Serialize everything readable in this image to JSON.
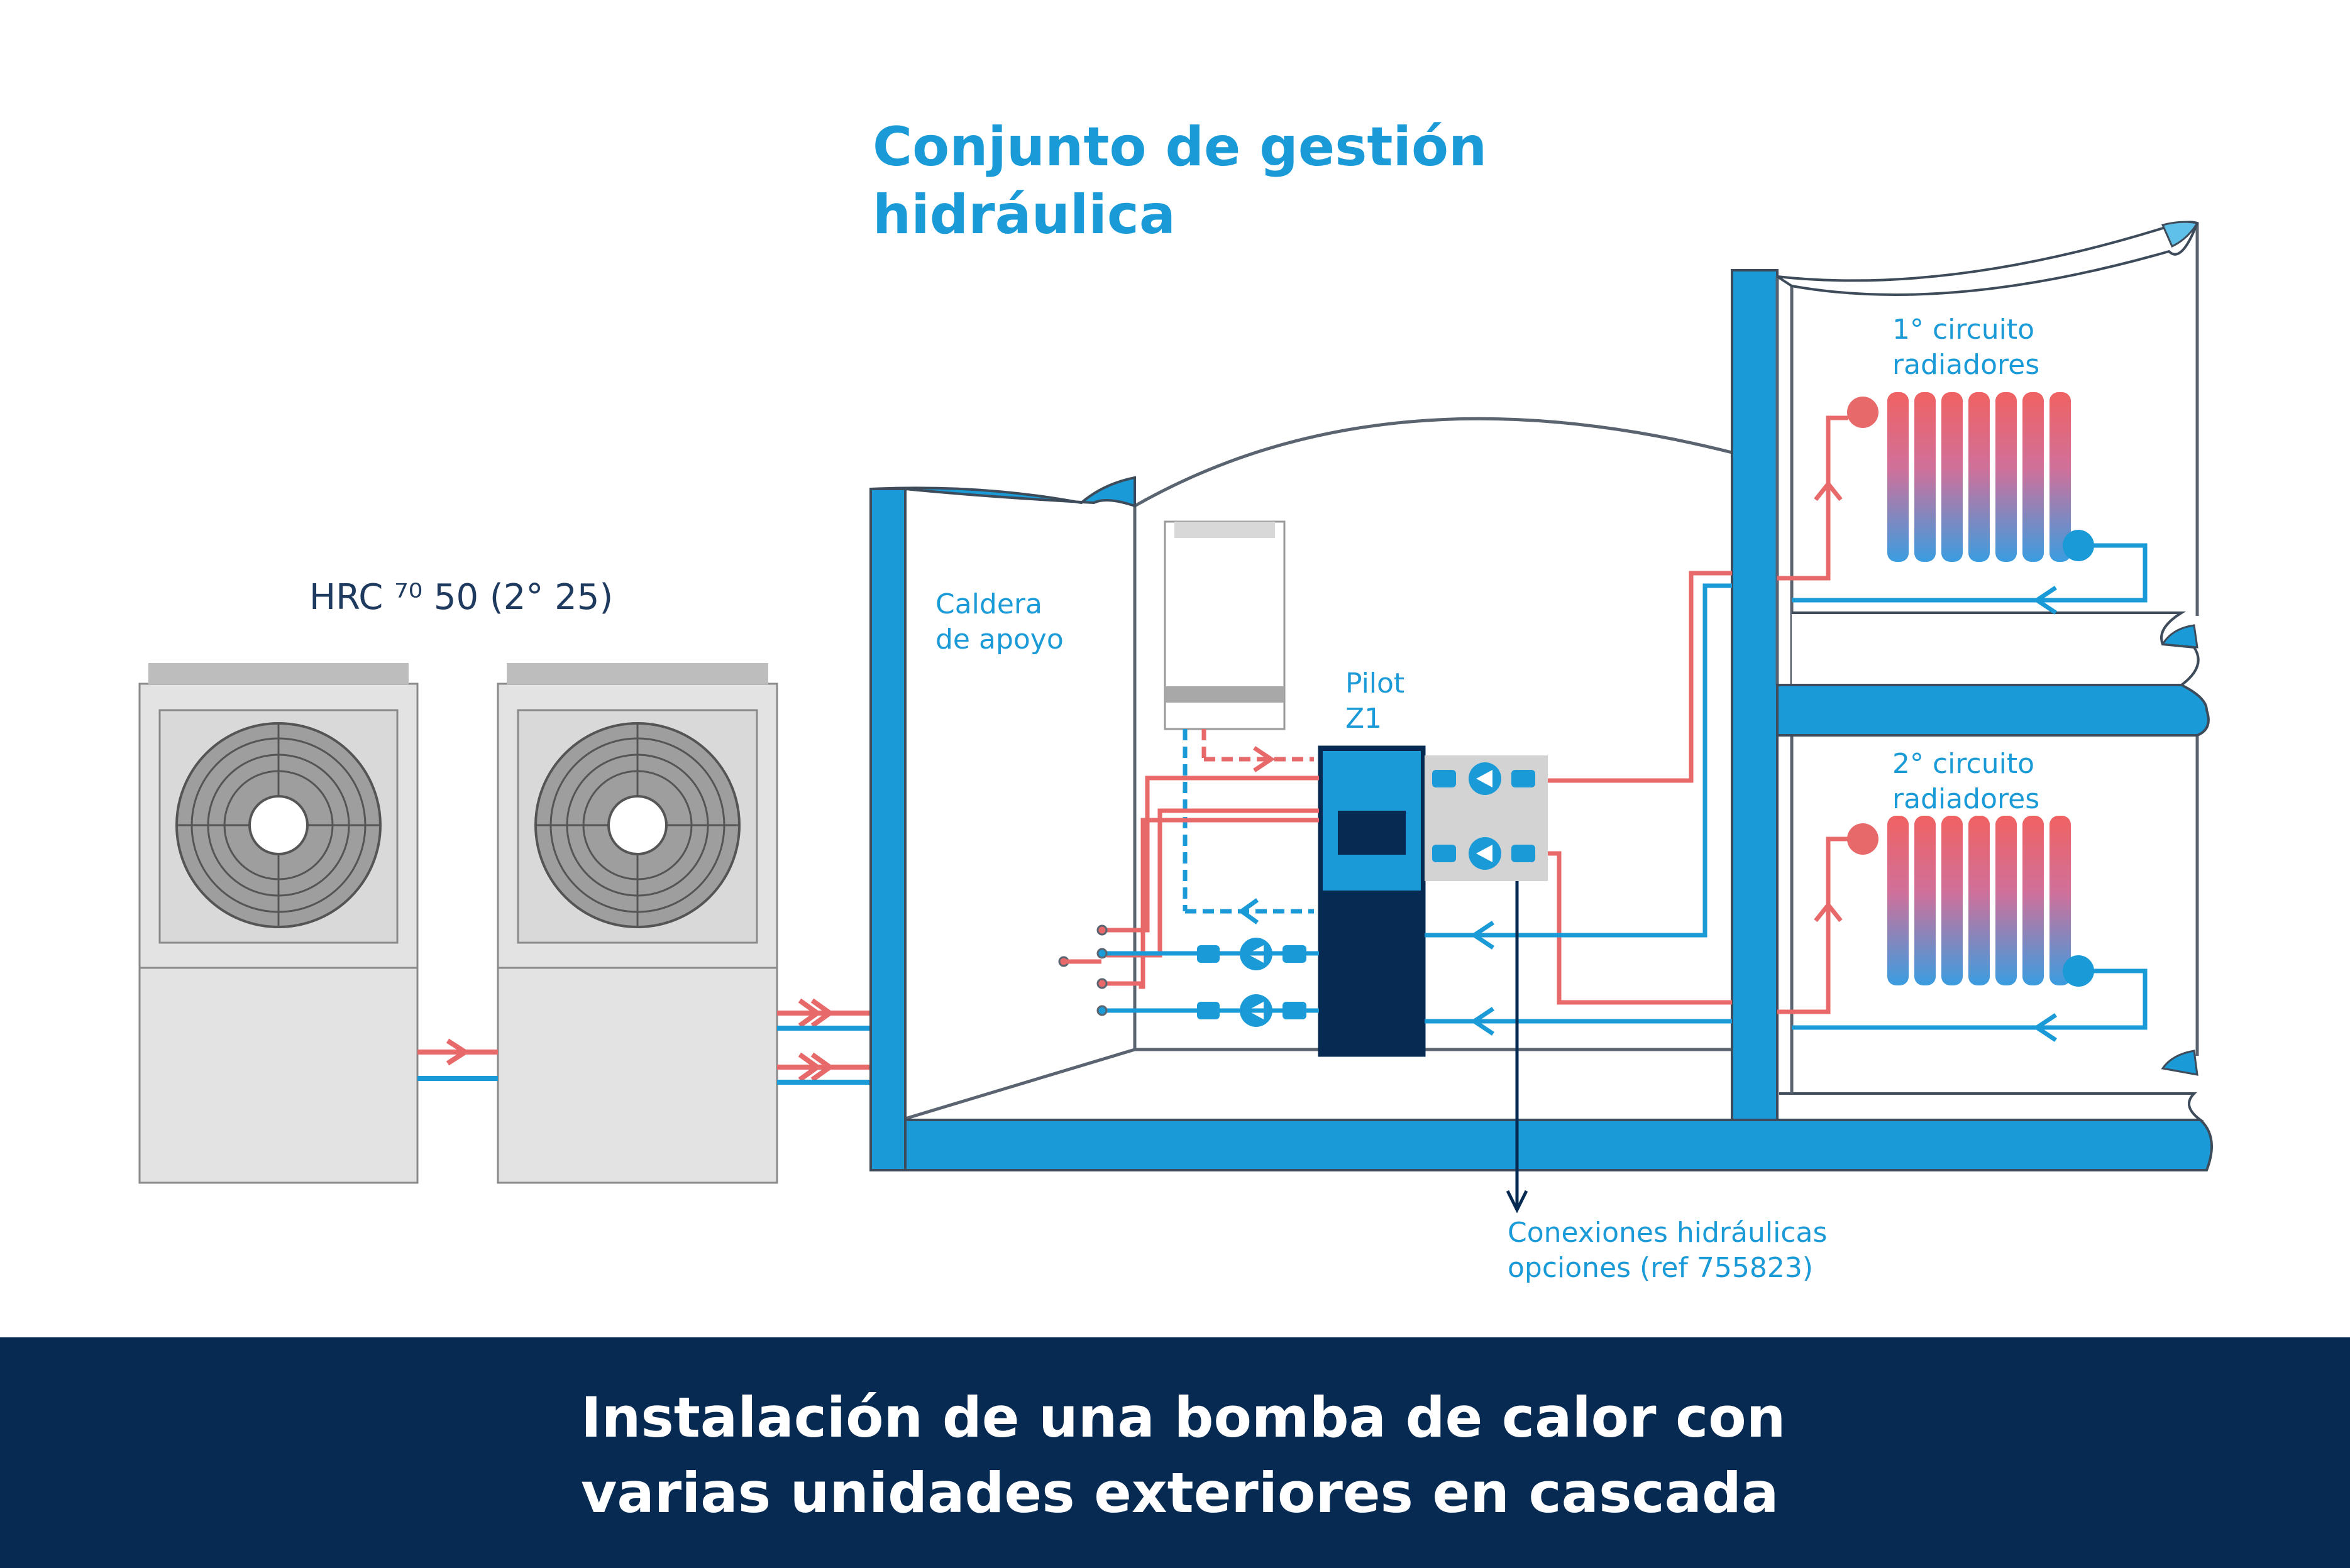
{
  "title": {
    "line1": "Conjunto de gestión",
    "line2": "hidráulica"
  },
  "outdoor_units": {
    "label": "HRC ⁷⁰ 50 (2° 25)"
  },
  "labels": {
    "boiler_line1": "Caldera",
    "boiler_line2": "de apoyo",
    "pilot_line1": "Pilot",
    "pilot_line2": "Z1",
    "circuit1_line1": "1° circuito",
    "circuit1_line2": "radiadores",
    "circuit2_line1": "2° circuito",
    "circuit2_line2": "radiadores",
    "connections_line1": "Conexiones hidráulicas",
    "connections_line2": "opciones (ref 755823)"
  },
  "footer": {
    "line1": "Instalación de una bomba de calor con",
    "line2": "varias unidades exteriores en cascada"
  },
  "colors": {
    "hot_pipe": "#e8696a",
    "cold_pipe": "#1a9ad6",
    "wall": "#1a9ad6",
    "dark_navy": "#062a52",
    "unit_grey": "#e3e3e3"
  }
}
